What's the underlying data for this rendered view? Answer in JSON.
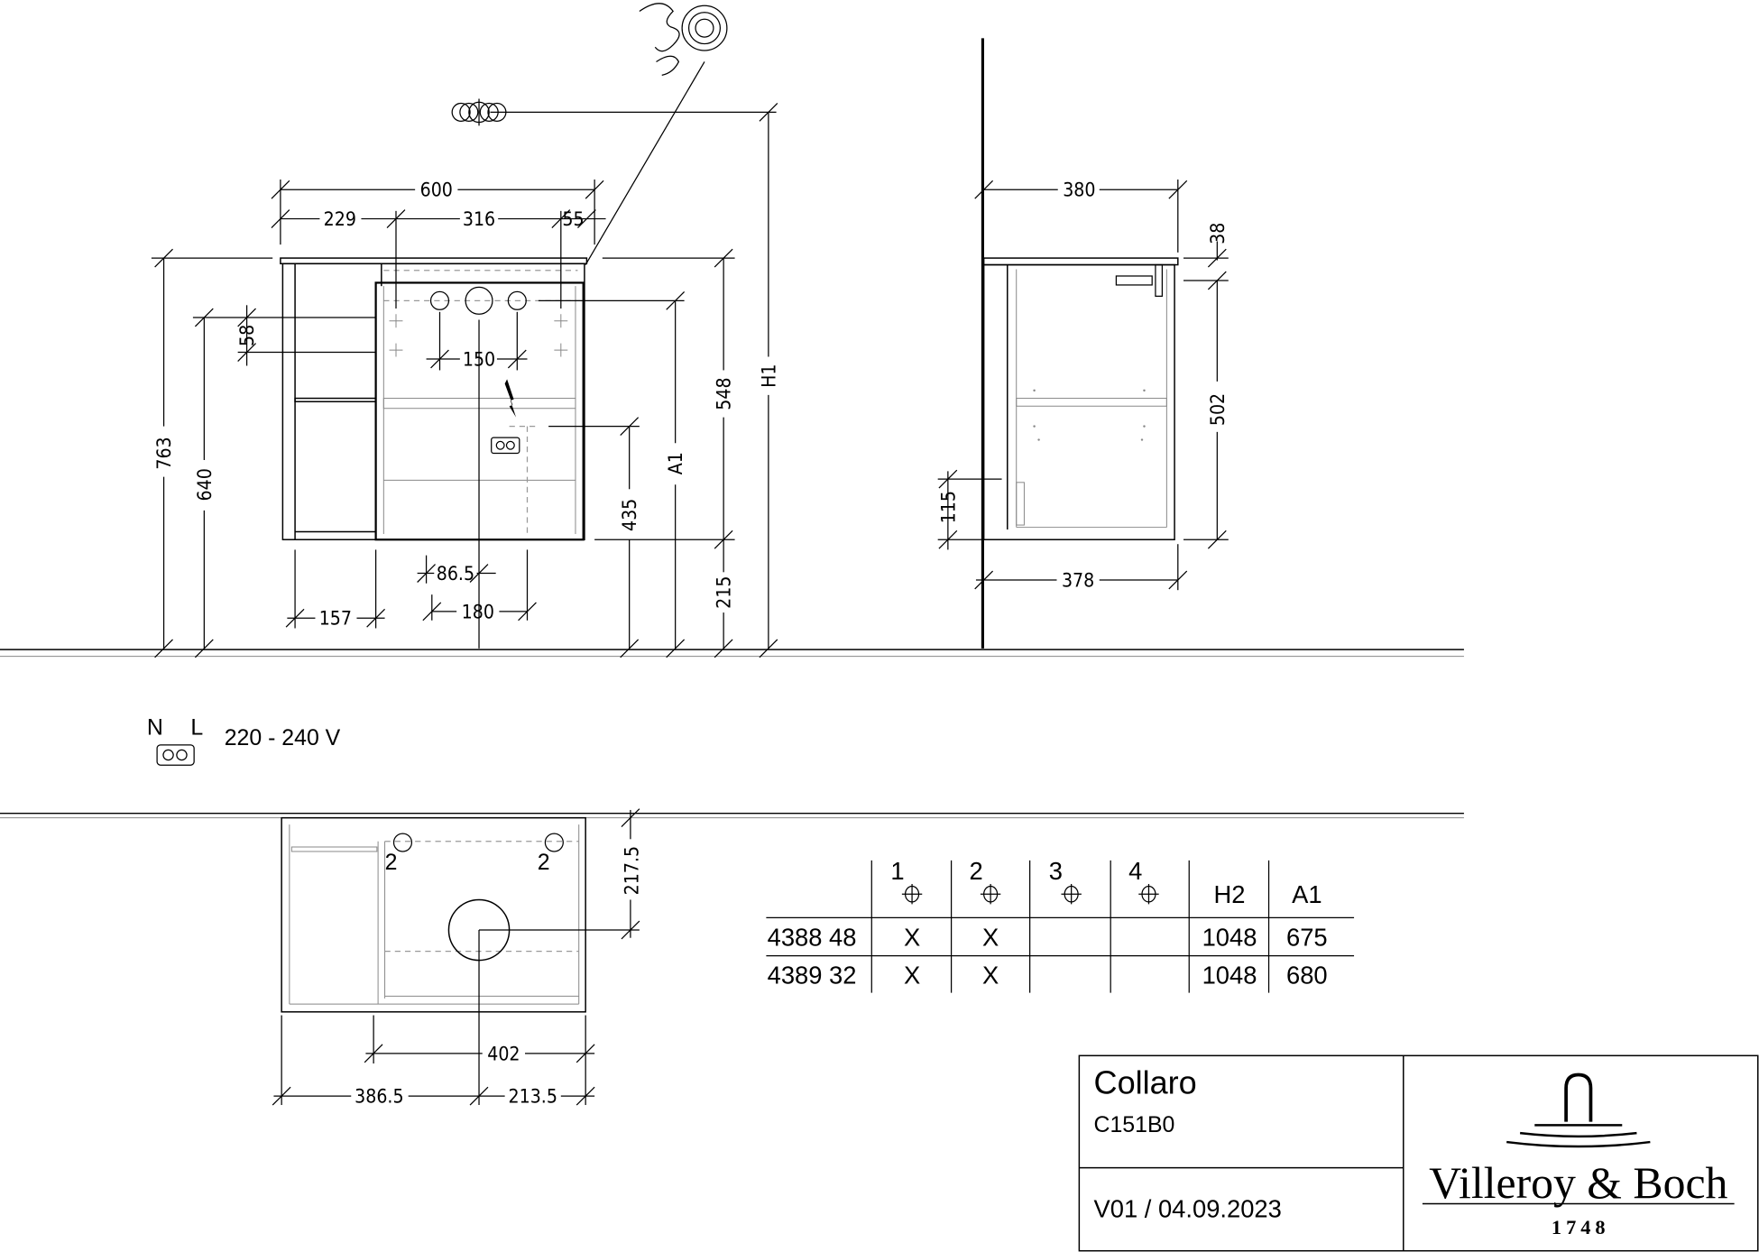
{
  "front_view": {
    "dims": {
      "width_total": "600",
      "left": "229",
      "middle": "316",
      "right": "55",
      "height_total": "763",
      "height_640": "640",
      "gap_58": "58",
      "hole_spacing": "150",
      "height_548": "548",
      "socket_height": "435",
      "a1": "A1",
      "h1": "H1",
      "floor_gap": "215",
      "niche_width": "157",
      "offset_86": "86.5",
      "drain_180": "180"
    }
  },
  "side_view": {
    "dims": {
      "depth_top": "380",
      "top_thickness": "38",
      "body_height": "502",
      "plinth": "115",
      "depth_bottom": "378"
    }
  },
  "power": {
    "n": "N",
    "l": "L",
    "voltage": "220 - 240 V"
  },
  "plan_view": {
    "hole_label_left": "2",
    "hole_label_right": "2",
    "dims": {
      "drain_depth": "217.5",
      "inner_width": "402",
      "left_offset": "386.5",
      "right_offset": "213.5"
    }
  },
  "table": {
    "headers": [
      "",
      "1",
      "2",
      "3",
      "4",
      "H2",
      "A1"
    ],
    "rows": [
      [
        "4388 48",
        "X",
        "X",
        "",
        "",
        "1048",
        "675"
      ],
      [
        "4389 32",
        "X",
        "X",
        "",
        "",
        "1048",
        "680"
      ]
    ]
  },
  "title_block": {
    "product": "Collaro",
    "code": "C151B0",
    "version": "V01 / 04.09.2023",
    "brand": "Villeroy & Boch",
    "year": "1748"
  }
}
